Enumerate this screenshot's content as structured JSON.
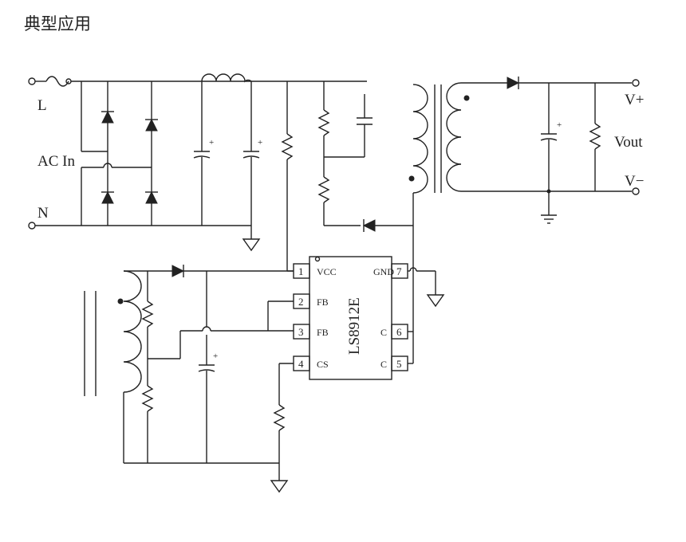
{
  "heading": "典型应用",
  "labels": {
    "line": "L",
    "ac_in": "AC In",
    "neutral": "N",
    "v_plus": "V+",
    "vout": "Vout",
    "v_minus": "V−"
  },
  "ic": {
    "name": "LS8912E",
    "pins": [
      {
        "num": "1",
        "name": "VCC"
      },
      {
        "num": "2",
        "name": "FB"
      },
      {
        "num": "3",
        "name": "FB"
      },
      {
        "num": "4",
        "name": "CS"
      },
      {
        "num": "5",
        "name": "C"
      },
      {
        "num": "6",
        "name": "C"
      },
      {
        "num": "7",
        "name": "GND"
      }
    ]
  },
  "polarity_mark": "+"
}
